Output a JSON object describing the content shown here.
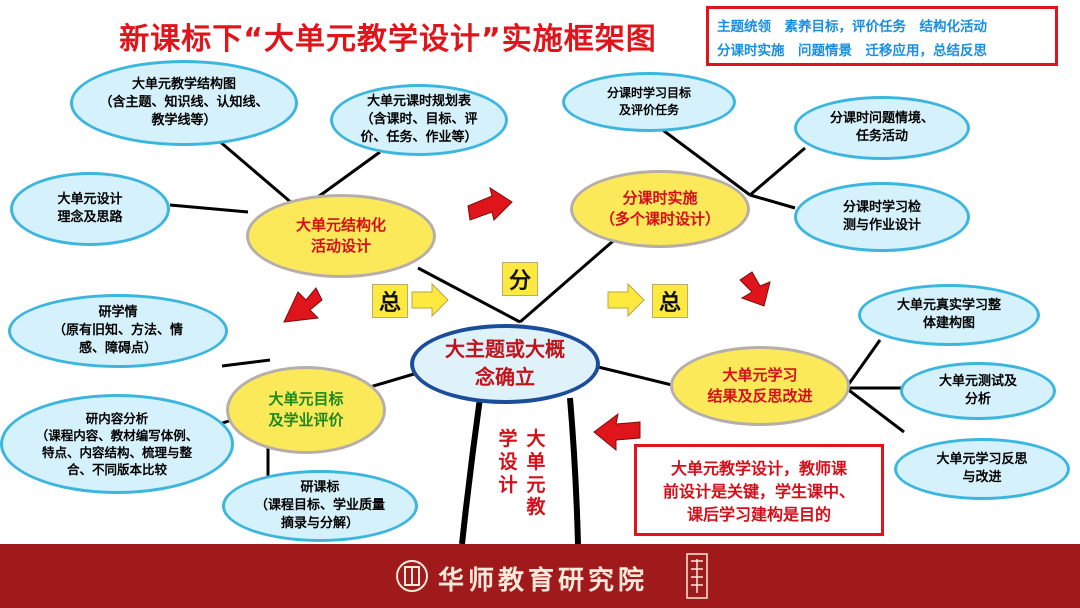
{
  "title": "新课标下“大单元教学设计”实施框架图",
  "legend": [
    "主题统领　素养目标，评价任务　结构化活动",
    "分课时实施　问题情景　迁移应用，总结反思"
  ],
  "center": "大主题或大概\n念确立",
  "branches": {
    "structure": "大单元结构化\n活动设计",
    "lessons": "分课时实施\n（多个课时设计）",
    "results": "大单元学习\n结果及反思改进",
    "goals": "大单元目标\n及学业评价"
  },
  "leaves": {
    "structure_diagram": "大单元教学结构图\n（含主题、知识线、认知线、\n教学线等）",
    "hour_plan": "大单元课时规划表\n（含课时、目标、评\n价、任务、作业等）",
    "concept": "大单元设计\n理念及思路",
    "lesson_goals": "分课时学习目标\n及评价任务",
    "lesson_situation": "分课时问题情境、\n任务活动",
    "lesson_check": "分课时学习检\n测与作业设计",
    "real_structure": "大单元真实学习整\n体建构图",
    "unit_test": "大单元测试及\n分析",
    "reflection": "大单元学习反思\n与改进",
    "study_situation": "研学情\n（原有旧知、方法、情\n感、障碍点）",
    "content_analysis": "研内容分析\n（课程内容、教材编写体例、\n特点、内容结构、梳理与整\n合、不同版本比较",
    "standards": "研课标\n（课程目标、学业质量\n摘录与分解）"
  },
  "markers": {
    "zong": "总",
    "fen": "分"
  },
  "vertical": {
    "left": "学\n设\n计",
    "right": "大\n单\n元\n教"
  },
  "callout": "大单元教学设计，教师课\n前设计是关键，学生课中、\n课后学习建构是目的",
  "footer": "华师教育研究院",
  "colors": {
    "title": "#e0151b",
    "legend_text": "#1a8fe0",
    "footer_bg": "#a01a1c",
    "node_fill": "#d5f1fb",
    "branch_fill": "#fbe95a"
  }
}
